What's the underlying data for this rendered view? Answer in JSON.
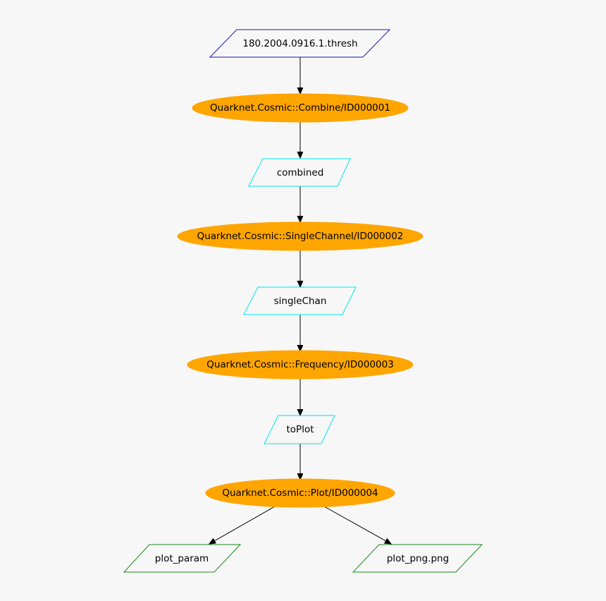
{
  "colors": {
    "background": "#f7f7f7",
    "input_file": "#1a1aaa",
    "intermediate_file": "#00e5ee",
    "output_file": "#1a8a1a",
    "process_fill": "#ffa500"
  },
  "nodes": {
    "thresh_file": {
      "label": "180.2004.0916.1.thresh",
      "kind": "input-file"
    },
    "combine_job": {
      "label": "Quarknet.Cosmic::Combine/ID000001",
      "kind": "process"
    },
    "combined_file": {
      "label": "combined",
      "kind": "intermediate-file"
    },
    "singlechannel_job": {
      "label": "Quarknet.Cosmic::SingleChannel/ID000002",
      "kind": "process"
    },
    "singlechan_file": {
      "label": "singleChan",
      "kind": "intermediate-file"
    },
    "frequency_job": {
      "label": "Quarknet.Cosmic::Frequency/ID000003",
      "kind": "process"
    },
    "toplot_file": {
      "label": "toPlot",
      "kind": "intermediate-file"
    },
    "plot_job": {
      "label": "Quarknet.Cosmic::Plot/ID000004",
      "kind": "process"
    },
    "plot_param_file": {
      "label": "plot_param",
      "kind": "output-file"
    },
    "plot_png_file": {
      "label": "plot_png.png",
      "kind": "output-file"
    }
  },
  "edges": [
    {
      "from": "thresh_file",
      "to": "combine_job"
    },
    {
      "from": "combine_job",
      "to": "combined_file"
    },
    {
      "from": "combined_file",
      "to": "singlechannel_job"
    },
    {
      "from": "singlechannel_job",
      "to": "singlechan_file"
    },
    {
      "from": "singlechan_file",
      "to": "frequency_job"
    },
    {
      "from": "frequency_job",
      "to": "toplot_file"
    },
    {
      "from": "toplot_file",
      "to": "plot_job"
    },
    {
      "from": "plot_job",
      "to": "plot_param_file"
    },
    {
      "from": "plot_job",
      "to": "plot_png_file"
    }
  ]
}
